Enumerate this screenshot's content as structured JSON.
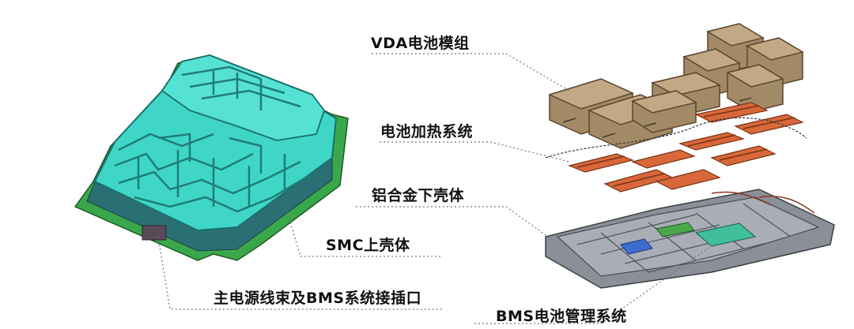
{
  "labels": {
    "vda_module": "VDA电池模组",
    "heating_system": "电池加热系统",
    "aluminum_lower_case": "铝合金下壳体",
    "smc_upper_cover": "SMC上壳体",
    "main_harness_connector": "主电源线束及BMS系统接插口",
    "bms_system": "BMS电池管理系统"
  },
  "colors": {
    "upper_cover": "#3fd6c8",
    "upper_cover_edge": "#1a6f6a",
    "flange": "#3aa84a",
    "module_brown": "#a38a66",
    "heater_orange": "#d8683a",
    "tray_gray": "#8a8f98",
    "leader_line": "#777777"
  }
}
